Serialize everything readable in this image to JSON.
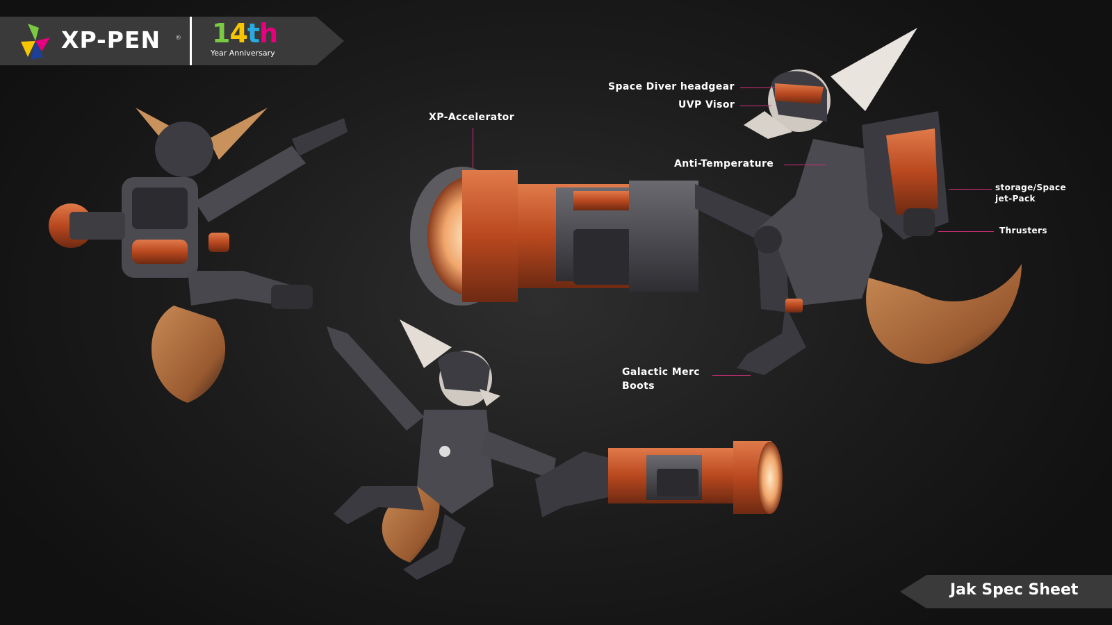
{
  "header": {
    "brand": "XP-PEN",
    "registered": "®",
    "anniversary_number": {
      "d1": "1",
      "d2": "4",
      "s1": "t",
      "s2": "h"
    },
    "anniversary_label": "Year Anniversary",
    "logo_icon": "xppen-triangle-logo"
  },
  "callouts": {
    "headgear": "Space Diver headgear",
    "visor": "UVP Visor",
    "accelerator": "XP-Accelerator",
    "anti_temperature": "Anti-Temperature",
    "storage_line1": "storage/Space",
    "storage_line2": "jet-Pack",
    "thrusters": "Thrusters",
    "boots_line1": "Galactic Merc",
    "boots_line2": "Boots"
  },
  "footer": {
    "title": "Jak Spec Sheet"
  },
  "colors": {
    "background": "#1c1c1c",
    "banner": "#3a3a3a",
    "leader_line": "#d22f7a",
    "copper": "#c4532e",
    "suit": "#4a4a4e",
    "fur": "#d9d4cf",
    "tail": "#b06a3a"
  }
}
